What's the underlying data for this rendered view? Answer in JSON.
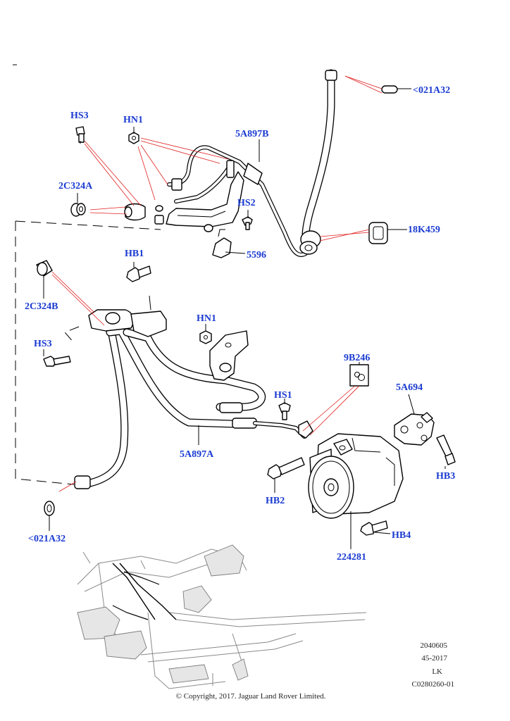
{
  "callouts": {
    "hs3_top": "HS3",
    "hn1_top": "HN1",
    "a5a897b": "5A897B",
    "a021a32_top": "<021A32",
    "a2c324a": "2C324A",
    "hs2": "HS2",
    "a18k459": "18K459",
    "a5596": "5596",
    "hb1": "HB1",
    "a2c324b": "2C324B",
    "hn1_mid": "HN1",
    "hs3_mid": "HS3",
    "a9b246": "9B246",
    "hs1": "HS1",
    "a5a694": "5A694",
    "a5a897a": "5A897A",
    "hb3": "HB3",
    "hb2": "HB2",
    "hb4": "HB4",
    "a224281": "224281",
    "a021a32_bot": "<021A32"
  },
  "meta": {
    "line1": "2040605",
    "line2": "45-2017",
    "line3": "LK",
    "line4": "C0280260-01"
  },
  "copyright": "© Copyright, 2017. Jaguar Land Rover Limited.",
  "colors": {
    "callout": "#1a3bd1",
    "leader": "#e02020",
    "line": "#000000"
  }
}
